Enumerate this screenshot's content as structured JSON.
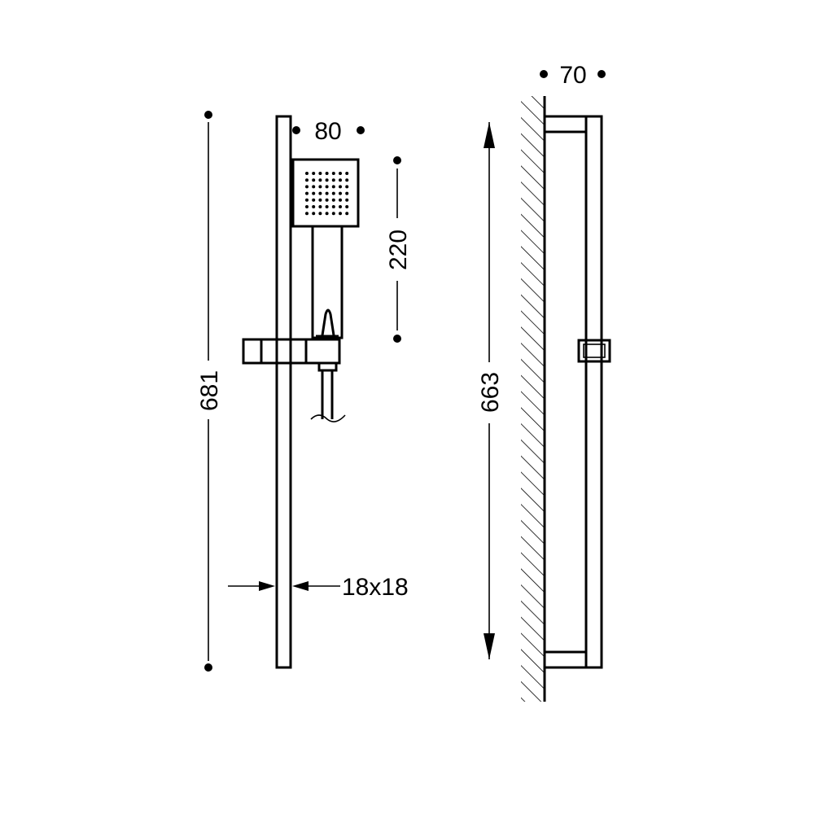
{
  "dimensions": {
    "total_height": "681",
    "head_width": "80",
    "handshower_length": "220",
    "rail_section": "18x18",
    "rail_length": "663",
    "wall_projection": "70"
  },
  "colors": {
    "line": "#000000",
    "background": "#ffffff"
  }
}
